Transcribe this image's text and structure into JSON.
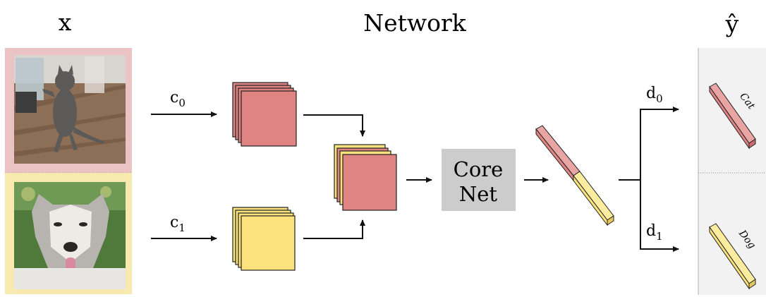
{
  "titles": {
    "input": "x",
    "network": "Network",
    "output": "ŷ"
  },
  "inputs": {
    "top_image": "cat-photo",
    "bottom_image": "dog-photo"
  },
  "encoders": {
    "c0": {
      "base": "c",
      "sub": "0"
    },
    "c1": {
      "base": "c",
      "sub": "1"
    }
  },
  "core": {
    "line1": "Core",
    "line2": "Net"
  },
  "decoders": {
    "d0": {
      "base": "d",
      "sub": "0"
    },
    "d1": {
      "base": "d",
      "sub": "1"
    }
  },
  "outputs": {
    "cat_label": "Cat",
    "dog_label": "Dog"
  },
  "colors": {
    "red": "#df8482",
    "red_side": "#c96b6a",
    "red_top": "#e8a5a3",
    "yellow": "#fbe27c",
    "yellow_side": "#e3c85f",
    "yellow_top": "#fcec9f",
    "pink_bg": "#ecc3c4",
    "yellow_bg": "#f8eaae",
    "core_bg": "#cccccc"
  }
}
